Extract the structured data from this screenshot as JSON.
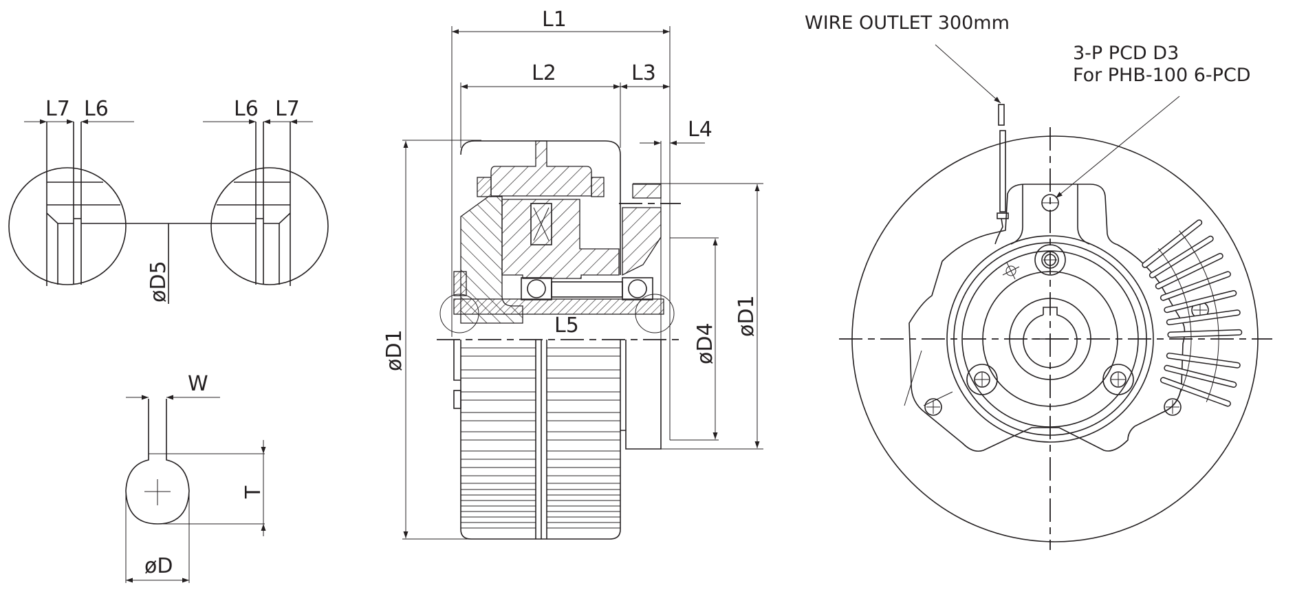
{
  "drawing": {
    "title": "Hysteresis brake dimension drawing",
    "detail_views": {
      "groove_detail": {
        "labels": {
          "l7_left": "L7",
          "l6_left": "L6",
          "l6_right": "L6",
          "l7_right": "L7",
          "d5": "øD5"
        }
      },
      "keyway_detail": {
        "labels": {
          "w": "W",
          "t": "T",
          "d": "øD"
        }
      }
    },
    "section_view": {
      "labels": {
        "l1": "L1",
        "l2": "L2",
        "l3": "L3",
        "l4": "L4",
        "l5": "L5",
        "d1_left": "øD1",
        "d4": "øD4",
        "d1_right": "øD1"
      }
    },
    "front_view": {
      "notes": {
        "wire_outlet": "WIRE OUTLET 300mm",
        "pcd_line1": "3-P PCD D3",
        "pcd_line2": "For PHB-100 6-PCD"
      }
    },
    "colors": {
      "line": "#231f20",
      "background": "#ffffff"
    }
  }
}
